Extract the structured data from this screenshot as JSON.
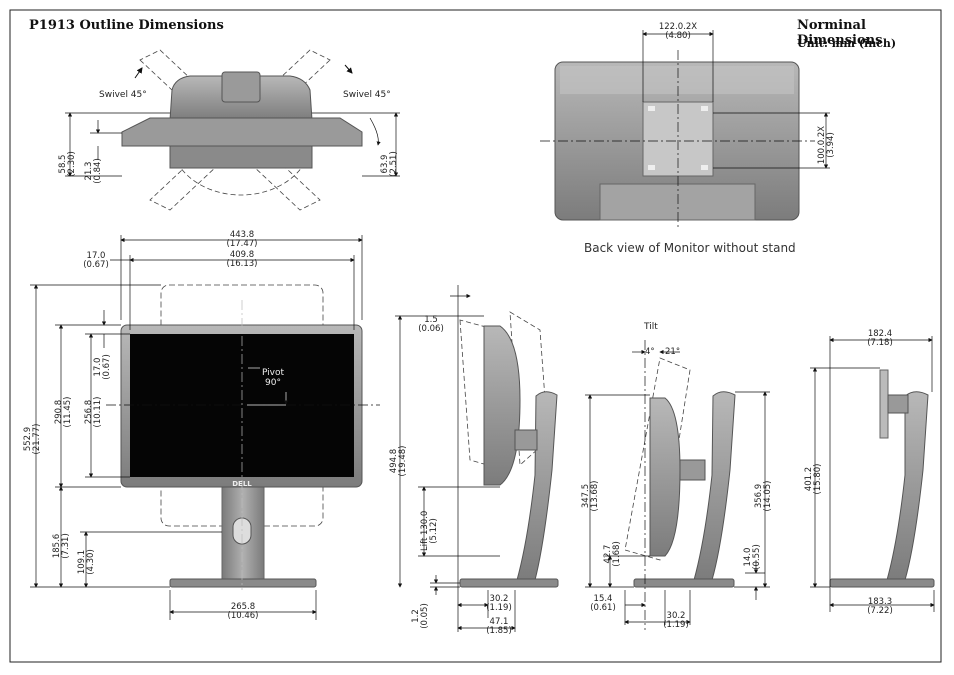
{
  "header": {
    "title": "P1913 Outline Dimensions",
    "subtitle": "Norminal Dimensions",
    "unit": "Unit: mm (inch)"
  },
  "top_view": {
    "swivel_left": "Swivel 45°",
    "swivel_right": "Swivel 45°",
    "dim_58_5": {
      "mm": "58.5",
      "in": "(2.30)"
    },
    "dim_21_3": {
      "mm": "21.3",
      "in": "(0.84)"
    },
    "dim_63_9": {
      "mm": "63.9",
      "in": "(2.51)"
    }
  },
  "back_view": {
    "caption": "Back view of Monitor without stand",
    "dim_122": {
      "mm": "122.0.2X",
      "in": "(4.80)"
    },
    "dim_100": {
      "mm": "100.0.2X",
      "in": "(3.94)"
    }
  },
  "front_view": {
    "dim_443_8": {
      "mm": "443.8",
      "in": "(17.47)"
    },
    "dim_409_8": {
      "mm": "409.8",
      "in": "(16.13)"
    },
    "dim_17_0_h": {
      "mm": "17.0",
      "in": "(0.67)"
    },
    "dim_552_9": {
      "mm": "552.9",
      "in": "(21.77)"
    },
    "dim_290_8": {
      "mm": "290.8",
      "in": "(11.45)"
    },
    "dim_256_8": {
      "mm": "256.8",
      "in": "(10.11)"
    },
    "dim_17_0_v": {
      "mm": "17.0",
      "in": "(0.67)"
    },
    "dim_185_6": {
      "mm": "185.6",
      "in": "(7.31)"
    },
    "dim_109_1": {
      "mm": "109.1",
      "in": "(4.30)"
    },
    "dim_265_8": {
      "mm": "265.8",
      "in": "(10.46)"
    },
    "pivot": "Pivot",
    "pivot_deg": "90°",
    "logo": "DELL"
  },
  "side_view_1": {
    "dim_1_5": {
      "mm": "1.5",
      "in": "(0.06)"
    },
    "dim_494_8": {
      "mm": "494.8",
      "in": "(19.48)"
    },
    "lift": "Lift",
    "dim_130": {
      "mm": "130.0",
      "in": "(5.12)"
    },
    "dim_1_2": {
      "mm": "1.2",
      "in": "(0.05)"
    },
    "dim_30_2": {
      "mm": "30.2",
      "in": "(1.19)"
    },
    "dim_47_1": {
      "mm": "47.1",
      "in": "(1.85)"
    }
  },
  "side_view_2": {
    "tilt": "Tilt",
    "tilt_back": "4°",
    "tilt_fwd": "21°",
    "dim_347_5": {
      "mm": "347.5",
      "in": "(13.68)"
    },
    "dim_356_9": {
      "mm": "356.9",
      "in": "(14.05)"
    },
    "dim_42_7": {
      "mm": "42.7",
      "in": "(1.68)"
    },
    "dim_14_0": {
      "mm": "14.0",
      "in": "(0.55)"
    },
    "dim_15_4": {
      "mm": "15.4",
      "in": "(0.61)"
    },
    "dim_30_2": {
      "mm": "30.2",
      "in": "(1.19)"
    }
  },
  "side_view_3": {
    "dim_182_4": {
      "mm": "182.4",
      "in": "(7.18)"
    },
    "dim_401_2": {
      "mm": "401.2",
      "in": "(15.80)"
    },
    "dim_183_3": {
      "mm": "183.3",
      "in": "(7.22)"
    }
  },
  "colors": {
    "body": "#8f8f8f",
    "body_light": "#b5b5b5",
    "screen": "#050505",
    "line": "#111111"
  }
}
